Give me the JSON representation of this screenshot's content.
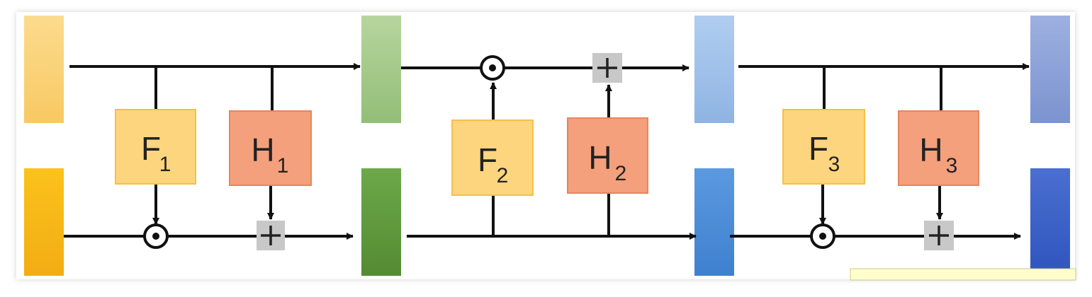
{
  "diagram": {
    "stages": [
      {
        "index": 1,
        "F": {
          "letter": "F",
          "sub": "1"
        },
        "H": {
          "letter": "H",
          "sub": "1"
        }
      },
      {
        "index": 2,
        "F": {
          "letter": "F",
          "sub": "2"
        },
        "H": {
          "letter": "H",
          "sub": "2"
        }
      },
      {
        "index": 3,
        "F": {
          "letter": "F",
          "sub": "3"
        },
        "H": {
          "letter": "H",
          "sub": "3"
        }
      }
    ],
    "operators": {
      "multiply": "⊙",
      "add": "+"
    },
    "colors": {
      "F_fill": "#fdd57e",
      "F_stroke": "#f4c048",
      "H_fill": "#f4a07c",
      "H_stroke": "#e8855c",
      "add_box": "#c8c8c8",
      "stage0_top": "#fbd47a",
      "stage0_bottom": "#f7b81c",
      "stage1_top": "#a7cd8f",
      "stage1_bottom": "#5f9b3d",
      "stage2_top": "#9fc1e9",
      "stage2_bottom": "#4f8fd8",
      "stage3_top": "#8aa1d8",
      "stage3_bottom": "#3b61c6"
    }
  }
}
